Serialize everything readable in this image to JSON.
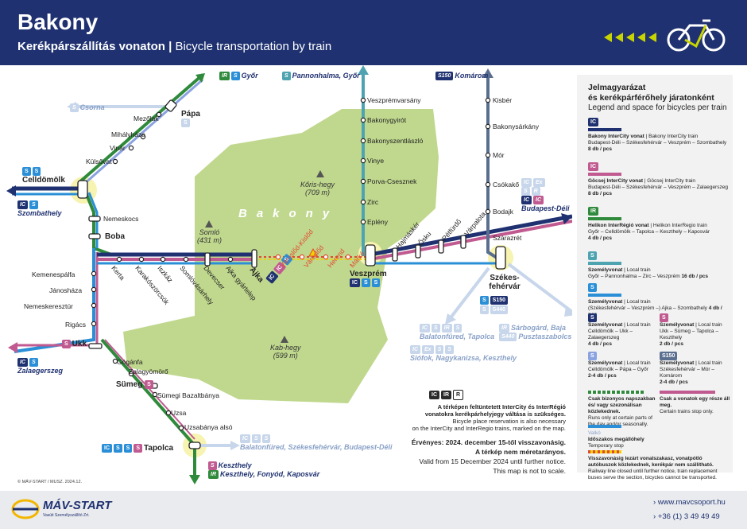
{
  "header": {
    "title": "Bakony",
    "subtitle_hu": "Kerékpárszállítás vonaton",
    "subtitle_sep": " | ",
    "subtitle_en": "Bicycle transportation by train"
  },
  "colors": {
    "navy": "#1f3170",
    "blue": "#2a8fd6",
    "green": "#2f8a3b",
    "pink": "#c05a90",
    "teal": "#4da4b0",
    "area": "#b5d17a",
    "accent": "#c8d400",
    "closed": "#e04a2e"
  },
  "regions": {
    "bakony": "Bakony"
  },
  "peaks": [
    {
      "name": "Kőris-hegy",
      "height": "(709 m)"
    },
    {
      "name": "Somló",
      "height": "(431 m)"
    },
    {
      "name": "Kab-hegy",
      "height": "(599 m)"
    }
  ],
  "stations": {
    "celldomolk": "Celldömölk",
    "szombathely": "Szombathely",
    "kulsovat": "Külsővat",
    "vinar": "Vinár",
    "mihalyhaza": "Mihályháza",
    "mezolak": "Mezőlak",
    "papa": "Pápa",
    "csorna": "Csorna",
    "gyor": "Győr",
    "pannonhalma": "Pannonhalma, Győr",
    "nemeskocs": "Nemeskocs",
    "boba": "Boba",
    "kemenespalfa": "Kemenespálfa",
    "janoshaza": "Jánosháza",
    "nemeskeresztur": "Nemeskeresztúr",
    "rigacs": "Rigács",
    "ukk": "Ukk",
    "zalaegerszeg": "Zalaegerszeg",
    "kerta": "Kerta",
    "karakoszorcsok": "Karakószörcsök",
    "iszkaz": "Iszkáz",
    "somlovasarhely": "Somlóvásárhely",
    "devecser": "Devecser",
    "ajka_gyartelep": "Ajka gyártelep",
    "ajka": "Ajka",
    "varoslod_kislod": "Városlőd-Kislőd",
    "varoslod": "Városlőd",
    "herend": "Herend",
    "marko": "Márkó",
    "veszpremvarsany": "Veszprémvarsány",
    "bakonygyirot": "Bakonygyirót",
    "bakonyszentlaszlo": "Bakonyszentlászló",
    "vinye": "Vinye",
    "porva": "Porva-Csesznek",
    "zirc": "Zirc",
    "epleny": "Eplény",
    "hajmasker": "Hajmáskér",
    "osku": "Ősku",
    "pet": "Pétfürdő",
    "varpalota": "Várpalota",
    "veszprem": "Veszprém",
    "komarom": "Komárom",
    "kisber": "Kisbér",
    "bakonysarkany": "Bakonysárkány",
    "mor": "Mór",
    "csokako": "Csókakő",
    "bodajk": "Bodajk",
    "szarazret": "Szárazrét",
    "budapest_deli": "Budapest-Déli",
    "szekesfehervar": "Székes-fehérvár",
    "sarbogard": "Sárbogárd, Baja",
    "pusztaszabolcs": "Pusztaszabolcs",
    "balatonfured_tapolca": "Balatonfüred, Tapolca",
    "siofok": "Siófok, Nagykanizsa, Keszthely",
    "ganfa": "Gógánfa",
    "zalagyomoro": "Zalagyömörő",
    "sumeg": "Sümeg",
    "sumegi_bazalt": "Sümegi Bazaltbánya",
    "uzsa": "Uzsa",
    "uzsabanya": "Uzsabánya alsó",
    "tapolca": "Tapolca",
    "balatonfured_szfvar_bp": "Balatonfüred, Székesfehérvár, Budapest-Déli",
    "keszthely": "Keszthely",
    "keszthely_fonyod": "Keszthely, Fonyód, Kaposvár"
  },
  "badges": {
    "ic": "IC",
    "ir": "IR",
    "s": "S",
    "ex": "Ex",
    "r": "R",
    "s150": "S150",
    "s440": "S440"
  },
  "legend": {
    "title_hu_1": "Jelmagyarázat",
    "title_hu_2": "és kerékpárférőhely járatonként",
    "title_en": "Legend and space for bicycles per train",
    "items": [
      {
        "name": "Bakony InterCity vonat",
        "en": "| Bakony InterCity train",
        "route": "Budapest-Déli – Székesfehérvár – Veszprém – Szombathely",
        "cap": "8 db / pcs",
        "color": "#1f3170"
      },
      {
        "name": "Göcsej InterCity vonat",
        "en": "| Göcsej InterCity train",
        "route": "Budapest-Déli – Székesfehérvár – Veszprém – Zalaegerszeg",
        "cap": "8 db / pcs",
        "color": "#c05a90"
      },
      {
        "name": "Helikon InterRégió vonat",
        "en": "| Helikon InterRegio train",
        "route": "Győr – Celldömölk – Tapolca – Keszthely – Kaposvár",
        "cap": "4 db / pcs",
        "color": "#2f8a3b"
      },
      {
        "name": "Személyvonat",
        "en": "| Local train",
        "route": "Győr – Pannonhalma – Zirc – Veszprém",
        "cap": "16 db / pcs",
        "color": "#4da4b0"
      },
      {
        "name": "Személyvonat",
        "en": "| Local train",
        "route": "(Székesfehérvár – Veszprém –) Ajka – Szombathely",
        "cap": "4 db / pcs",
        "color": "#2a8fd6"
      }
    ],
    "half_items": [
      {
        "name": "Személyvonat",
        "en": "| Local train",
        "route": "Celldömölk – Ukk – Zalaegerszeg",
        "cap": "4 db / pcs"
      },
      {
        "name": "Személyvonat",
        "en": "| Local train",
        "route": "Ukk – Sümeg – Tapolca – Keszthely",
        "cap": "2 db / pcs"
      },
      {
        "name": "Személyvonat",
        "en": "| Local train",
        "route": "Celldömölk – Pápa – Győr",
        "cap": "2-4 db / pcs"
      },
      {
        "name": "Személyvonat",
        "en": "| Local train",
        "route": "Székesfehérvár – Mór – Komárom",
        "cap": "2-4 db / pcs"
      }
    ],
    "only_hu": "Csak bizonyos napszakban és/ vagy szezonálisan közlekednek.",
    "only_en": "Runs only at certain parts of the day and/or seasonally.",
    "some_hu": "Csak a vonatok egy része áll meg.",
    "some_en": "Certain trains stop only.",
    "sample_stop": "Valkó",
    "temp_hu": "Időszakos megállóhely",
    "temp_en": "Temporary stop",
    "closed_hu": "Visszavonásig lezárt vonalszakasz, vonatpótló autóbuszok közlekednek, kerékpár nem szállítható.",
    "closed_en": "Railway line closed until further notice, train replacement buses serve the section, bicycles cannot be transported."
  },
  "notice": {
    "hu_1": "A térképen feltüntetett InterCity és InterRégió",
    "hu_2": "vonatokra kerékpárhelyjegy váltása is szükséges.",
    "en_1": "Bicycle place reservation is also necessary",
    "en_2": "on the InterCity and InterRegio trains, marked on the map.",
    "valid_hu": "Érvényes: 2024. december 15-től visszavonásig.",
    "scale_hu": "A térkép nem méretarányos.",
    "valid_en": "Valid from 15 December 2024 until further notice.",
    "scale_en": "This map is not to scale."
  },
  "copyright": "© MÁV-START / MUSZ. 2024.12.",
  "footer": {
    "logo": "MÁV-START",
    "logo_sub": "Vasúti Személyszállító Zrt.",
    "web": "www.mavcsoport.hu",
    "phone": "+36 (1) 3 49 49 49"
  }
}
